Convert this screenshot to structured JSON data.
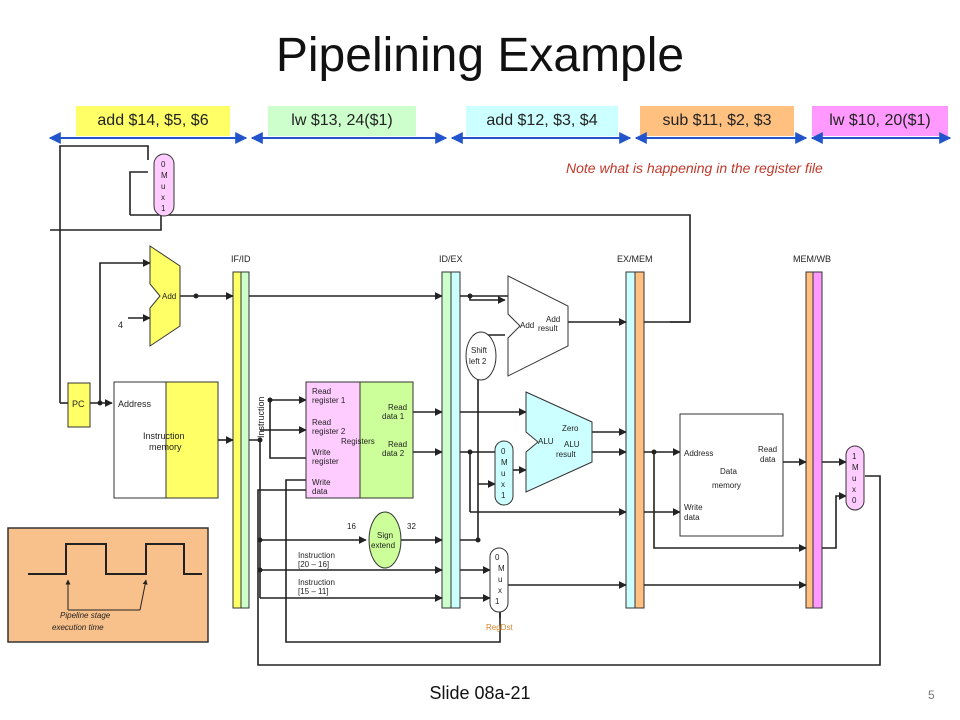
{
  "title": "Pipelining Example",
  "stages": [
    {
      "text": "add $14, $5, $6",
      "color": "#ffff66"
    },
    {
      "text": "lw $13, 24($1)",
      "color": "#ccffcc"
    },
    {
      "text": "add $12, $3, $4",
      "color": "#ccffff"
    },
    {
      "text": "sub $11, $2, $3",
      "color": "#ffc080"
    },
    {
      "text": "lw $10, 20($1)",
      "color": "#ff99ff"
    }
  ],
  "note": "Note what is happening in the register file",
  "footer": "Slide 08a-21",
  "page_number": "5",
  "pipeline_registers": [
    "IF/ID",
    "ID/EX",
    "EX/MEM",
    "MEM/WB"
  ],
  "labels": {
    "pc": "PC",
    "adder_if": "Add",
    "constant_4": "4",
    "mux": [
      "0",
      "M",
      "u",
      "x",
      "1"
    ],
    "mux_wb": [
      "1",
      "M",
      "u",
      "x",
      "0"
    ],
    "im_address": "Address",
    "im_name_1": "Instruction",
    "im_name_2": "memory",
    "ifid_instruction": "Instruction",
    "read_register_1": [
      "Read",
      "register 1"
    ],
    "read_register_2": [
      "Read",
      "register 2"
    ],
    "write_register": [
      "Write",
      "register"
    ],
    "write_data": [
      "Write",
      "data"
    ],
    "registers": "Registers",
    "read_data_1": [
      "Read",
      "data 1"
    ],
    "read_data_2": [
      "Read",
      "data 2"
    ],
    "sign_extend": [
      "Sign",
      "extend"
    ],
    "se_in": "16",
    "se_out": "32",
    "instr_20_16": [
      "Instruction",
      "[20 – 16]"
    ],
    "instr_15_11": [
      "Instruction",
      "[15 – 11]"
    ],
    "shift_left": [
      "Shift",
      "left 2"
    ],
    "adder_ex": "Add",
    "add_result": [
      "Add",
      "result"
    ],
    "alu": "ALU",
    "zero": "Zero",
    "alu_result": [
      "ALU",
      "result"
    ],
    "regdst": "RegDst",
    "dm_address": "Address",
    "dm_name": [
      "Data",
      "memory"
    ],
    "dm_read_data": [
      "Read",
      "data"
    ],
    "dm_write_data": [
      "Write",
      "data"
    ],
    "clock_caption": [
      "Pipeline stage",
      "execution time"
    ]
  },
  "colors": {
    "ifid": "#ffff66",
    "idex": "#ccffcc",
    "exmem": "#ccffff",
    "exmem_stripe": "#ffc080",
    "memwb": "#ff99ff",
    "regfile_left": "#ffccff",
    "regfile_right": "#ccff99",
    "instr_mem": "#ffff66",
    "mux_fill": "#ffccff",
    "alu_fill": "#ccffff",
    "clock_box": "#f8c08a",
    "arrow_blue": "#2255cc",
    "regdst_color": "#d9822b"
  }
}
